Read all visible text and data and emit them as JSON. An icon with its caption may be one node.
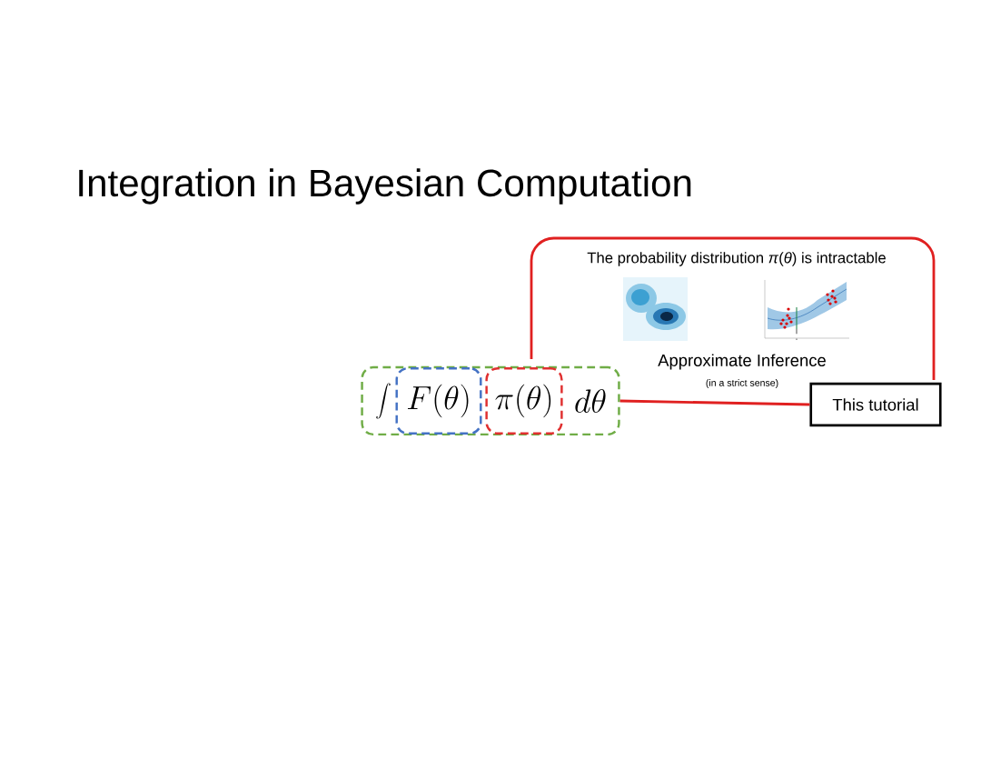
{
  "diagram": {
    "title": "Integration in Bayesian Computation",
    "nodes": [
      {
        "text": [
          "\\int",
          "d\\theta"
        ]
      },
      {
        "text": [
          "F(\\theta)"
        ],
        "in": 0
      },
      {
        "text": [
          "\\pi(\\theta)"
        ],
        "in": 0
      },
      {
        "text": [
          "The probability distribution *π*(*θ*) is intractable",
          "Approximate Inference",
          "(in a strict sense)"
        ]
      },
      {
        "text": [],
        "shape": "picture",
        "in": 3
      },
      {
        "text": [],
        "shape": "picture",
        "in": 3
      },
      {
        "text": [
          "This tutorial"
        ]
      }
    ],
    "edges": [
      {
        "from": 0,
        "to": 6,
        "arrow": "none",
        "color": "#e02020"
      }
    ]
  }
}
